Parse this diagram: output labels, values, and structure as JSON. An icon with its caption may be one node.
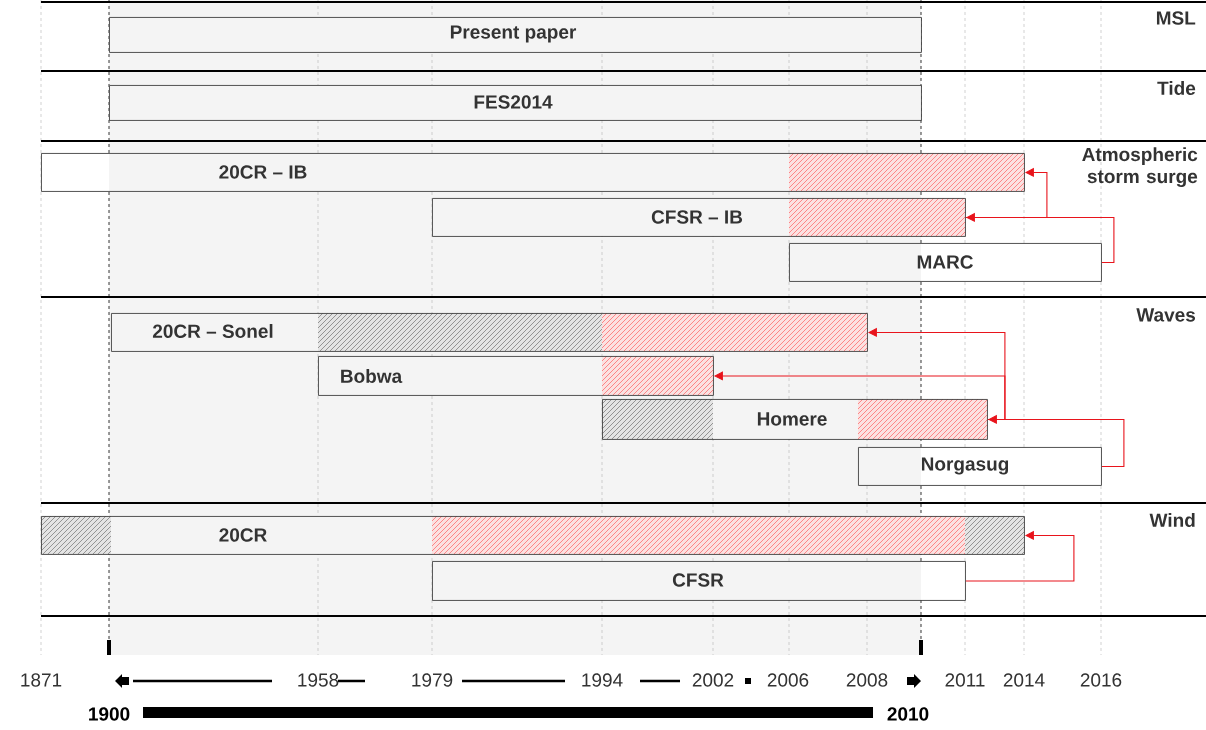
{
  "diagram": {
    "nodes": [
      {
        "text": [
          "Present paper"
        ]
      },
      {
        "text": [
          "FES2014"
        ]
      },
      {
        "text": [
          "20CR – IB"
        ]
      },
      {
        "text": [
          "CFSR – IB"
        ]
      },
      {
        "text": [
          "MARC"
        ]
      },
      {
        "text": [
          "20CR – Sonel"
        ]
      },
      {
        "text": [
          "Bobwa"
        ]
      },
      {
        "text": [
          "Homere"
        ]
      },
      {
        "text": [
          "Norgasug"
        ]
      },
      {
        "text": [
          "20CR"
        ]
      },
      {
        "text": [
          "CFSR"
        ]
      }
    ],
    "edges": [
      {
        "from": 3,
        "to": 2,
        "arrow": "to"
      },
      {
        "from": 4,
        "to": 3,
        "arrow": "to"
      },
      {
        "from": 7,
        "to": 5,
        "arrow": "to"
      },
      {
        "from": 7,
        "to": 6,
        "arrow": "to"
      },
      {
        "from": 8,
        "to": 7,
        "arrow": "to"
      },
      {
        "from": 10,
        "to": 9,
        "arrow": "to"
      }
    ],
    "labels": [
      "MSL",
      "Tide",
      "Atmospheric storm surge",
      "Waves",
      "Wind",
      "1871",
      "1958",
      "1979",
      "1994",
      "2002",
      "2006",
      "2008",
      "2011",
      "2014",
      "2016",
      "1900",
      "2010"
    ]
  }
}
